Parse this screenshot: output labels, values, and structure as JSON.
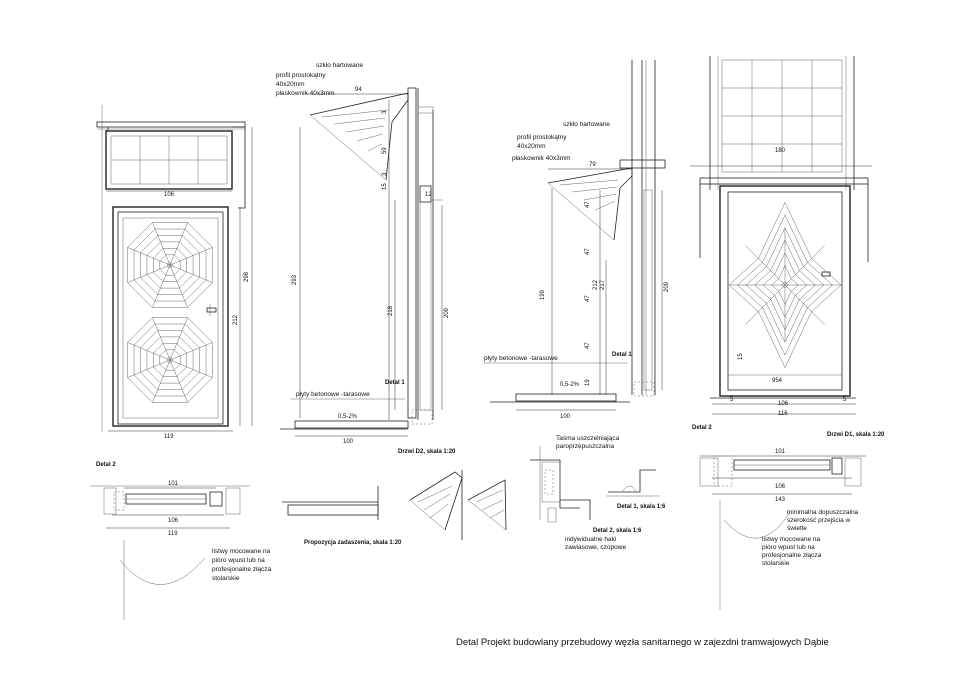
{
  "sheet_title": "Detal Projekt budowlany przebudowy węzła sanitarnego  w zajezdni  tramwajowych Dąbie",
  "door_d2_elevation": {
    "dim_width_frame": "106",
    "dim_width_total": "119",
    "dim_height_total": "298",
    "dim_height_door": "212"
  },
  "section_d2": {
    "label_glass": "szkło hartowane",
    "label_profile_1": "profil prostokątny",
    "label_profile_2": "40x20mm",
    "label_flat_bar": "płaskownik 40x3mm",
    "dim_94": "94",
    "dim_3": "3",
    "dim_59": "59",
    "dim_15": "15",
    "dim_3b": "3",
    "dim_12": "12",
    "dim_293": "293",
    "dim_218": "218",
    "dim_209": "209",
    "label_slabs": "płyty betonowe -tarasowe",
    "slope": "0,5-2%",
    "dim_100": "100",
    "detail_1": "Detal 1",
    "caption": "Drzwi D2,  skala 1:20"
  },
  "section_d1": {
    "label_glass": "szkło hartowane",
    "label_profile_1": "profil prostokątny",
    "label_profile_2": "40x20mm",
    "label_flat_bar": "płaskownik 40x3mm",
    "dim_79": "79",
    "dim_47a": "47",
    "dim_47b": "47",
    "dim_47c": "47",
    "dim_47d": "47",
    "dim_199": "199",
    "dim_212": "212",
    "dim_217": "217",
    "dim_209": "209",
    "dim_19": "19",
    "label_slabs": "płyty betonowe -tarasowe",
    "slope": "0,5-2%",
    "dim_100": "100",
    "detail_1": "Detal 1"
  },
  "door_d1_elevation": {
    "dim_180": "180",
    "dim_954": "954",
    "dim_5a": "5",
    "dim_106": "106",
    "dim_5b": "5",
    "dim_116": "116",
    "dim_15": "15",
    "detail_2": "Detal 2",
    "caption": "Drzwi D1,  skala 1:20"
  },
  "detail_2_left": {
    "title": "Detal 2",
    "dim_101": "101",
    "dim_106": "106",
    "dim_119": "119",
    "note_1": "listwy mocowane na",
    "note_2": "pióro wpust lub na",
    "note_3": "profesjonalne złącza",
    "note_4": "stolarskie"
  },
  "roof_proposal": {
    "caption": "Propozycja zadaszenia,  skala 1:20"
  },
  "detail_1_small": {
    "tape_1": "Taśma uszczelniająca",
    "tape_2": "paroprzepuszczalna",
    "hooks_1": "indywidualne haki",
    "hooks_2": "zawiasowe, czopowe",
    "caption_detal1": "Detal 1,  skala 1:6",
    "caption_detal2": "Detal 2,  skala 1:6"
  },
  "detail_2_right": {
    "dim_101": "101",
    "dim_106": "106",
    "dim_143": "143",
    "note_a1": "minimalna dopuszczalna",
    "note_a2": "szerokość przejścia w",
    "note_a3": "świetle",
    "note_b1": "listwy mocowane na",
    "note_b2": "pióro wpust lub na",
    "note_b3": "profesjonalne złącza",
    "note_b4": "stolarskie"
  }
}
